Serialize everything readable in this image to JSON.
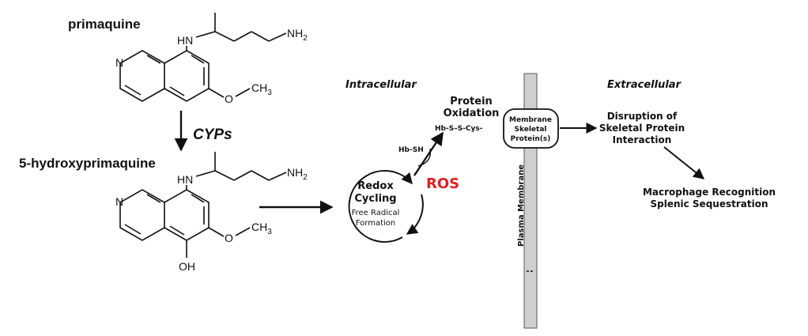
{
  "molecules": {
    "primaquine": {
      "name": "primaquine",
      "amine_label": "HN",
      "nh2_label": "NH",
      "nh2_sub": "2",
      "n_label": "N",
      "methoxy_o": "O",
      "methoxy_ch": "CH",
      "methoxy_sub": "3"
    },
    "hydroxy": {
      "name": "5-hydroxyprimaquine",
      "amine_label": "HN",
      "nh2_label": "NH",
      "nh2_sub": "2",
      "n_label": "N",
      "methoxy_o": "O",
      "methoxy_ch": "CH",
      "methoxy_sub": "3",
      "oh_label": "OH"
    }
  },
  "metabolism": {
    "enzyme_label": "CYPs"
  },
  "mechanism": {
    "intracellular_label": "Intracellular",
    "extracellular_label": "Extracellular",
    "redox_line1": "Redox",
    "redox_line2": "Cycling",
    "radical_line1": "Free Radical",
    "radical_line2": "Formation",
    "hbsh_label": "Hb-SH",
    "ros_label": "ROS",
    "protein_oxidation_line1": "Protein",
    "protein_oxidation_line2": "Oxidation",
    "hb_s_s_cys_label": "Hb-S–S-Cys-",
    "membrane_line1": "Membrane",
    "membrane_line2": "Skeletal",
    "membrane_line3": "Protein(s)",
    "plasma_membrane_label": "Plasma Membrane",
    "disruption_line1": "Disruption of",
    "disruption_line2": "Skeletal Protein",
    "disruption_line3": "Interaction",
    "macrophage_line1": "Macrophage Recognition",
    "macrophage_line2": "Splenic Sequestration"
  },
  "colors": {
    "ros": "#e02020",
    "line": "#111111",
    "membrane_fill": "#cfcfcf"
  }
}
